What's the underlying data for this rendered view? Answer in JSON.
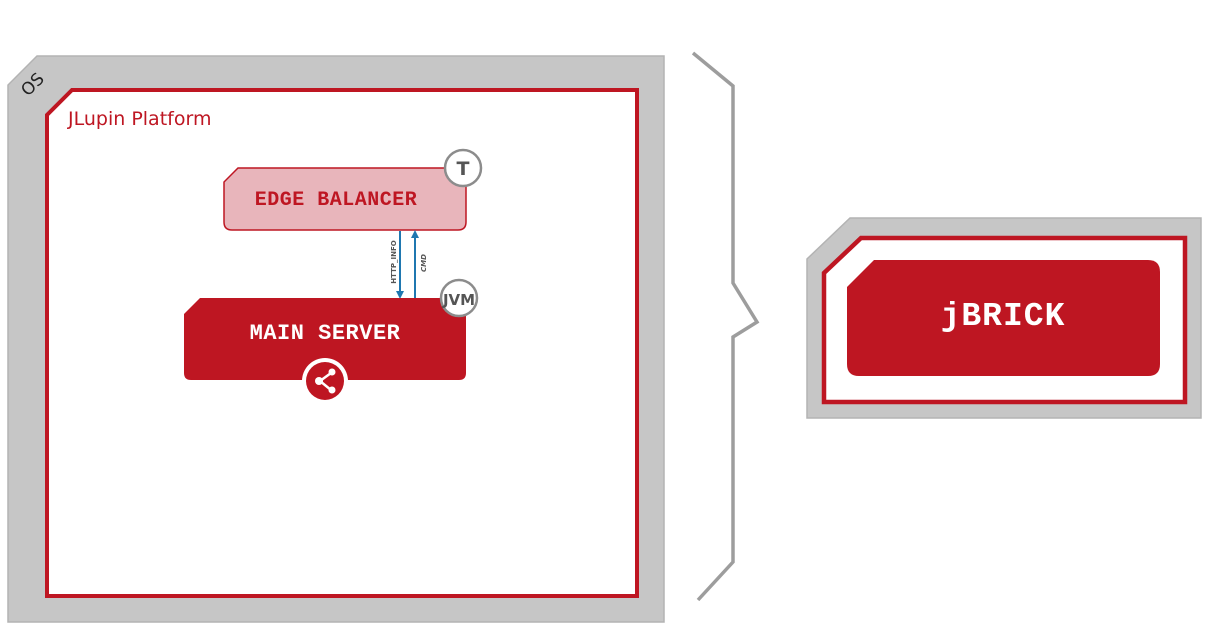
{
  "diagram": {
    "os_label": "OS",
    "platform_label": "JLupin Platform",
    "edge_balancer": {
      "label": "EDGE BALANCER",
      "badge": "T"
    },
    "main_server": {
      "label": "MAIN SERVER",
      "badge": "JVM",
      "icon": "share-icon"
    },
    "connections": [
      {
        "label": "HTTP_INFO",
        "from": "EDGE BALANCER",
        "to": "MAIN SERVER",
        "direction": "down"
      },
      {
        "label": "CMD",
        "from": "MAIN SERVER",
        "to": "EDGE BALANCER",
        "direction": "up"
      }
    ],
    "brace": "right-curly-brace",
    "summary_block": {
      "label": "jBRICK"
    }
  },
  "colors": {
    "brand_red": "#be1622",
    "light_red_fill": "#e8b5bb",
    "os_gray": "#c6c6c6",
    "os_gray_border": "#b0b0b0",
    "brace_gray": "#9d9d9d",
    "arrow_blue": "#1f77b0",
    "badge_gray": "#8c8c8c",
    "text_dark": "#333333",
    "white": "#ffffff"
  }
}
